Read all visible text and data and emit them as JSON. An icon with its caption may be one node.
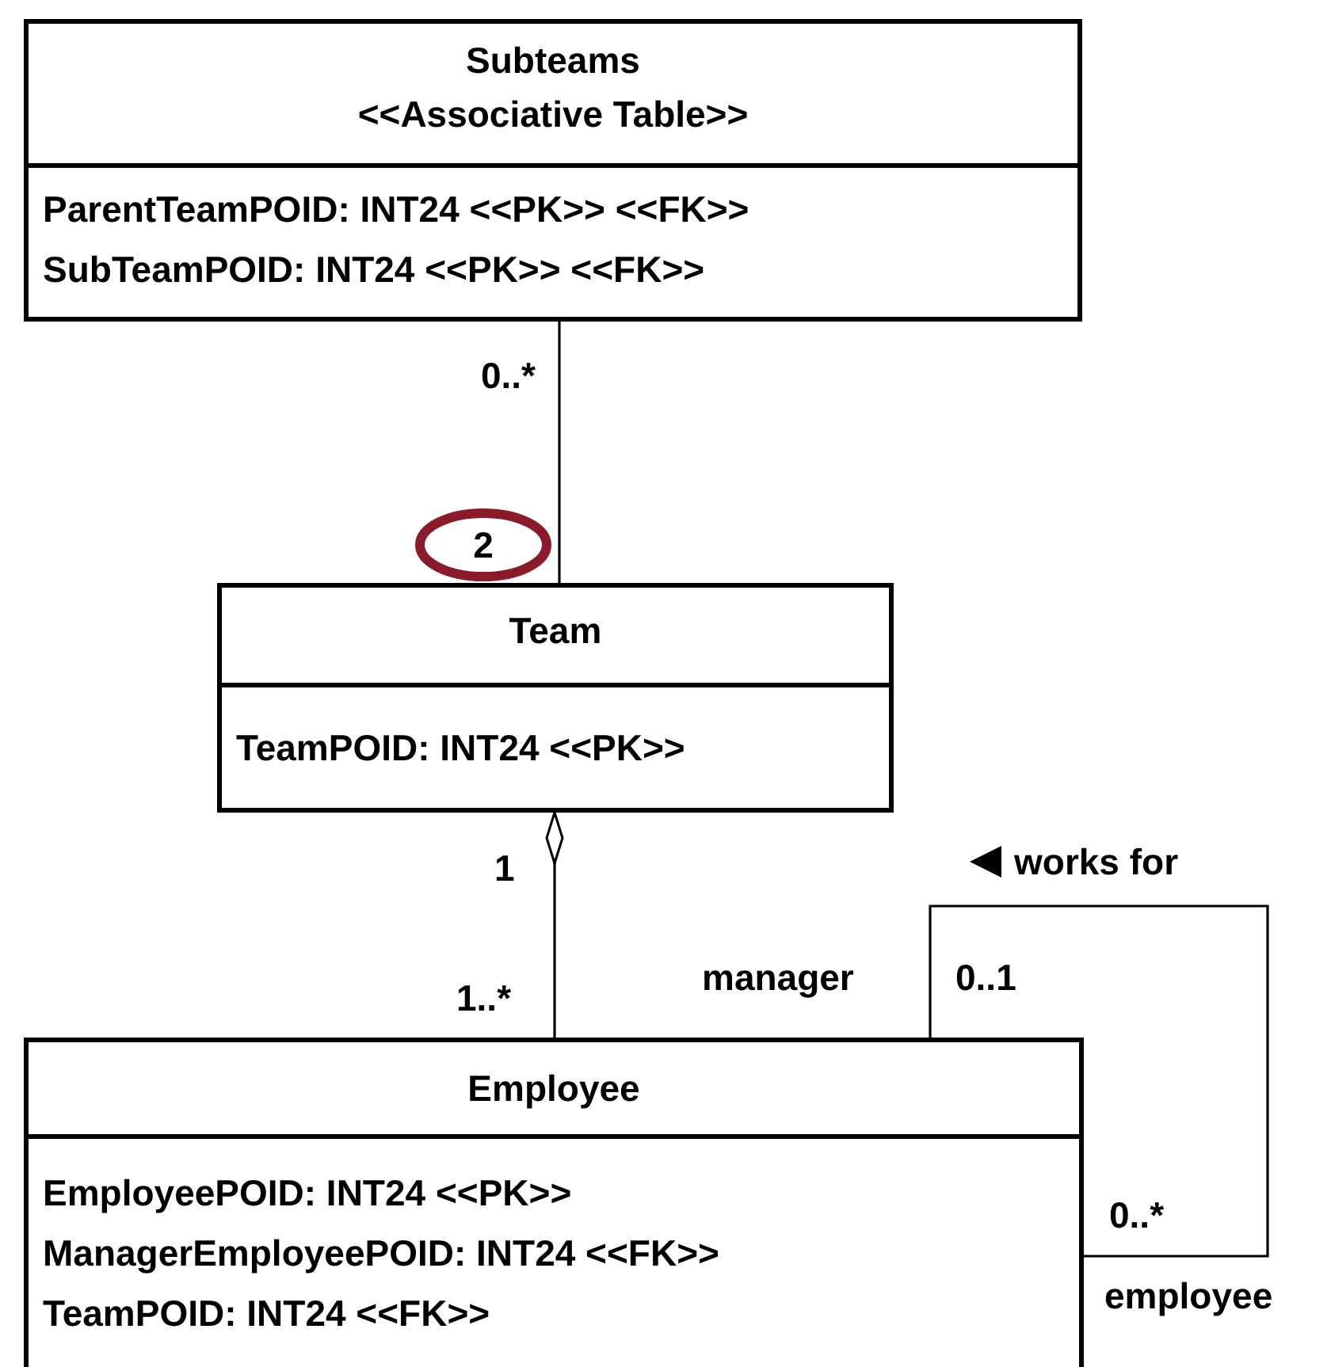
{
  "diagram": {
    "nodes": [
      {
        "text": [
          "Subteams",
          "<<Associative Table>>",
          "ParentTeamPOID: INT24 <<PK>> <<FK>>",
          "SubTeamPOID: INT24 <<PK>> <<FK>>"
        ]
      },
      {
        "text": [
          "2"
        ]
      },
      {
        "text": [
          "Team",
          "TeamPOID: INT24 <<PK>>"
        ]
      },
      {
        "text": [
          "Employee",
          "EmployeePOID: INT24 <<PK>>",
          "ManagerEmployeePOID: INT24 <<FK>>",
          "TeamPOID: INT24 <<FK>>"
        ]
      }
    ],
    "edges": [
      {
        "from": 0,
        "to": 2,
        "arrow": "none"
      },
      {
        "from": 3,
        "to": 2,
        "arrow": "other"
      },
      {
        "from": 3,
        "to": 3,
        "arrow": "none",
        "label": "works for"
      }
    ],
    "labels": [
      "0..*",
      "1",
      "manager",
      "0..1",
      "1..*",
      "0..*",
      "employee"
    ]
  }
}
